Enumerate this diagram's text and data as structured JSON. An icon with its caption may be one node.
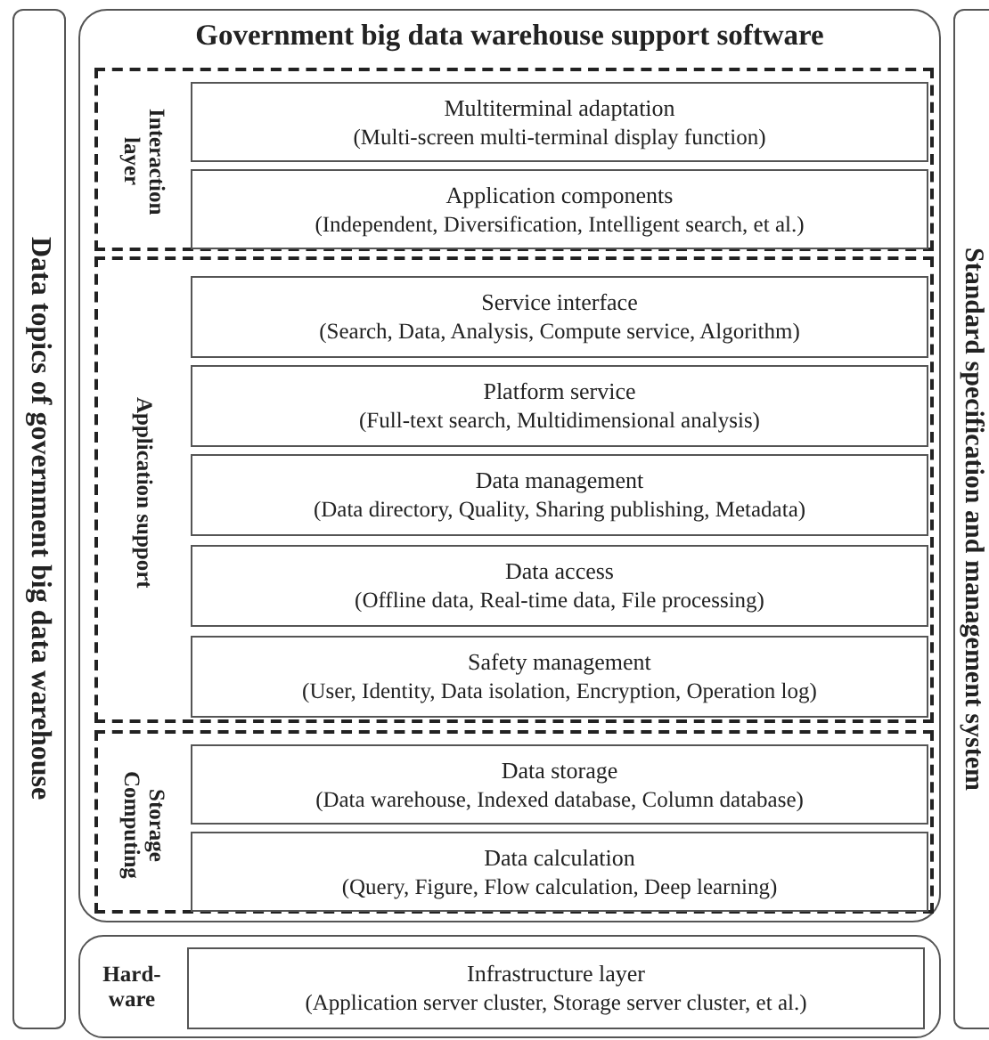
{
  "diagram": {
    "nodes": [
      {
        "text": [
          "Data topics of government big data warehouse"
        ]
      },
      {
        "text": [
          "Government big data warehouse support software"
        ]
      },
      {
        "text": [
          "Interaction layer"
        ],
        "in": 1
      },
      {
        "text": [
          "Multiterminal adaptation",
          "(Multi-screen multi-terminal display function)"
        ],
        "in": 2
      },
      {
        "text": [
          "Application components",
          "(Independent, Diversification, Intelligent search, et al.)"
        ],
        "in": 2
      },
      {
        "text": [
          "Application support"
        ],
        "in": 1
      },
      {
        "text": [
          "Service interface",
          "(Search, Data, Analysis, Compute service, Algorithm)"
        ],
        "in": 5
      },
      {
        "text": [
          "Platform service",
          "(Full-text search, Multidimensional analysis)"
        ],
        "in": 5
      },
      {
        "text": [
          "Data management",
          "(Data directory, Quality, Sharing publishing, Metadata)"
        ],
        "in": 5
      },
      {
        "text": [
          "Data access",
          "(Offline data, Real-time data, File processing)"
        ],
        "in": 5
      },
      {
        "text": [
          "Safety management",
          "(User, Identity, Data isolation, Encryption, Operation log)"
        ],
        "in": 5
      },
      {
        "text": [
          "Storage Computing"
        ],
        "in": 1
      },
      {
        "text": [
          "Data storage",
          "(Data warehouse, Indexed database, Column database)"
        ],
        "in": 11
      },
      {
        "text": [
          "Data calculation",
          "(Query, Figure, Flow calculation, Deep learning)"
        ],
        "in": 11
      },
      {
        "text": [
          "Hard- ware"
        ]
      },
      {
        "text": [
          "Infrastructure layer",
          "(Application server cluster, Storage server cluster, et al.)"
        ],
        "in": 14
      },
      {
        "text": [
          "Standard specification and management system"
        ]
      }
    ]
  }
}
